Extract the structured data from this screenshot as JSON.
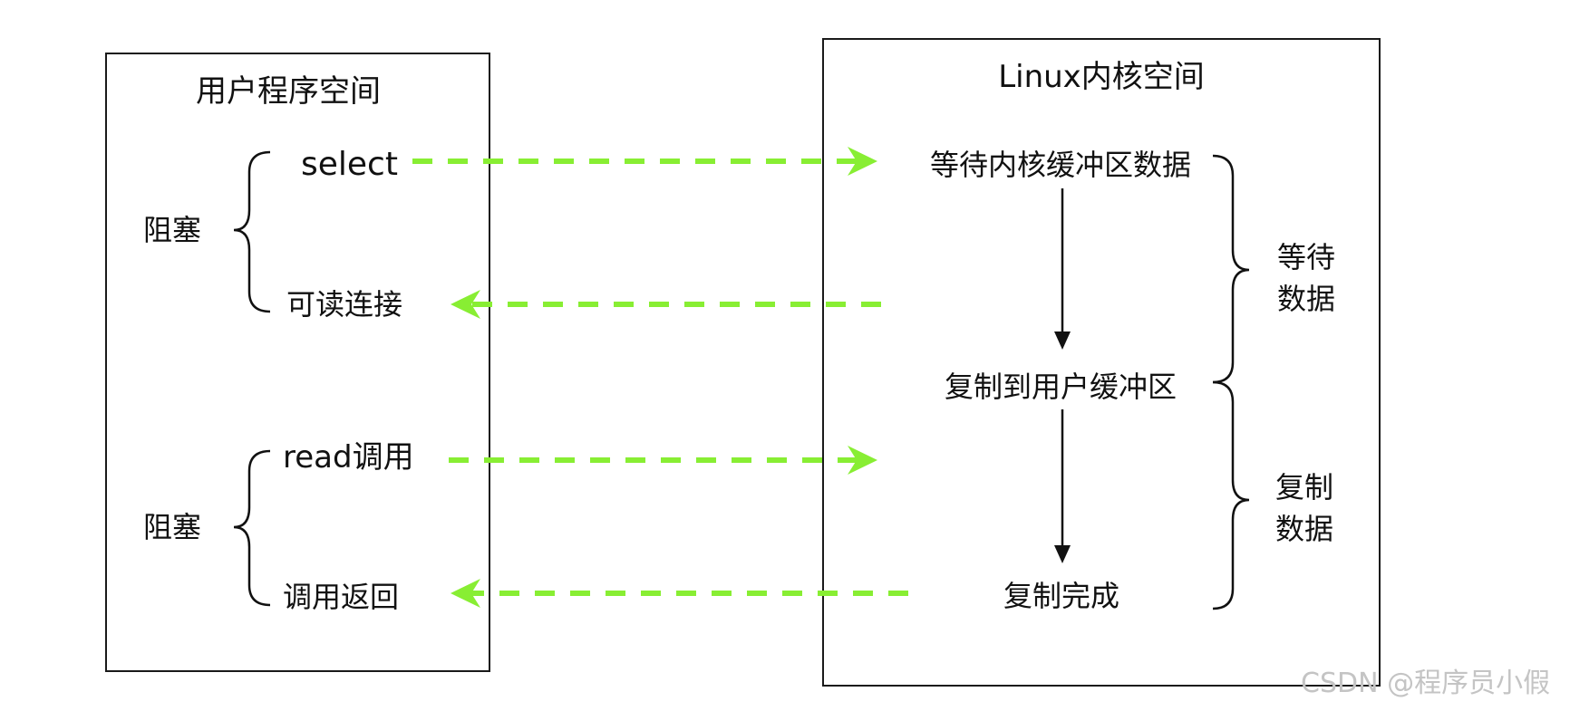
{
  "user_space": {
    "title": "用户程序空间",
    "select_label": "select",
    "readable_label": "可读连接",
    "read_call_label": "read调用",
    "call_return_label": "调用返回",
    "block_label_1": "阻塞",
    "block_label_2": "阻塞"
  },
  "kernel_space": {
    "title": "Linux内核空间",
    "wait_buffer_label": "等待内核缓冲区数据",
    "copy_to_user_label": "复制到用户缓冲区",
    "copy_done_label": "复制完成",
    "phase_wait_line1": "等待",
    "phase_wait_line2": "数据",
    "phase_copy_line1": "复制",
    "phase_copy_line2": "数据"
  },
  "watermark": "CSDN @程序员小假",
  "colors": {
    "arrow_green": "#88ee33",
    "line_black": "#111111",
    "watermark_gray": "#c4c4c4"
  }
}
